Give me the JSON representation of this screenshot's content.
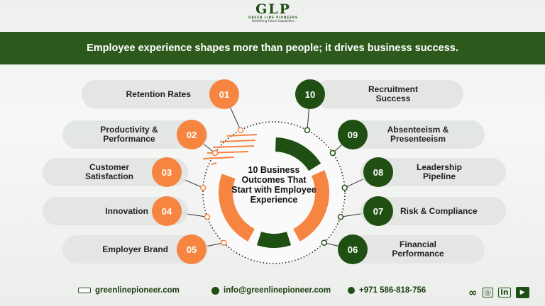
{
  "logo": {
    "mark": "GLP",
    "name": "GREEN LINE PIONEERS",
    "tagline": "Redefining Future Capabilities"
  },
  "banner": "Employee experience shapes more than people; it drives business success.",
  "center_title": "10 Business Outcomes That Start with Employee Experience",
  "left_items": [
    {
      "num": "01",
      "label": "Retention Rates"
    },
    {
      "num": "02",
      "label": "Productivity & Performance"
    },
    {
      "num": "03",
      "label": "Customer Satisfaction"
    },
    {
      "num": "04",
      "label": "Innovation"
    },
    {
      "num": "05",
      "label": "Employer Brand"
    }
  ],
  "right_items": [
    {
      "num": "10",
      "label": "Recruitment Success"
    },
    {
      "num": "09",
      "label": "Absenteeism & Presenteeism"
    },
    {
      "num": "08",
      "label": "Leadership Pipeline"
    },
    {
      "num": "07",
      "label": "Risk & Compliance"
    },
    {
      "num": "06",
      "label": "Financial Performance"
    }
  ],
  "footer": {
    "website": "greenlinepioneer.com",
    "email": "info@greenlinepioneer.com",
    "phone": "+971 586-818-756"
  },
  "social": [
    "meta-icon",
    "instagram-icon",
    "linkedin-icon",
    "youtube-icon"
  ],
  "colors": {
    "orange": "#f58540",
    "green": "#1f4f12",
    "banner": "#2d5a1c"
  }
}
